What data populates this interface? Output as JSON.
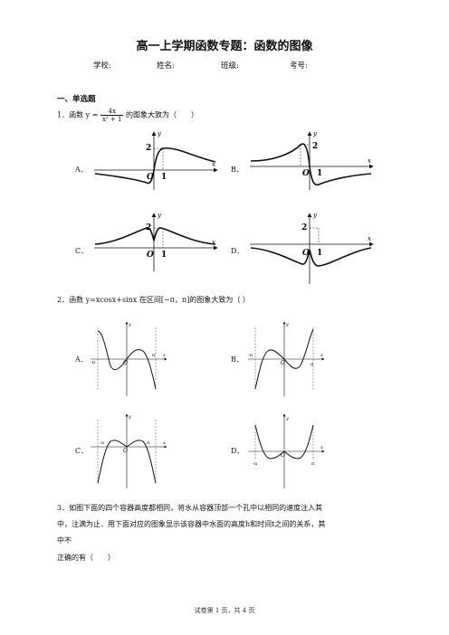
{
  "header": {
    "title": "高一上学期函数专题：函数的图像",
    "fields": [
      "学校:",
      "姓名:",
      "班级:",
      "考号:"
    ]
  },
  "section": "一、单选题",
  "q1": {
    "num": "1．函数",
    "func_prefix": "y =",
    "frac_num": "4x",
    "frac_den": "x² + 1",
    "suffix": "的图象大致为（　　）",
    "options": [
      "A．",
      "B．",
      "C．",
      "D．"
    ]
  },
  "q2": {
    "stem": "2．函数 y=xcosx+sinx 在区间[−π，π]的图象大致为（ ）",
    "options": [
      "A．",
      "B．",
      "C．",
      "D．"
    ]
  },
  "q3": {
    "line1": "3．如图下面的四个容器高度都相同，将水从容器顶部一个孔中以相同的速度注入其",
    "line2": "中，注满为止．用下面对应的图象显示该容器中水面的高度h和时间t之间的关系，其",
    "line3": "中不",
    "line4": "正确的有（　　）"
  },
  "graph_labels": {
    "y": "y",
    "x": "x",
    "o": "O",
    "two": "2",
    "one": "1",
    "pi": "π",
    "neg_pi": "-π"
  },
  "footer": "试卷第 1 页，共 4 页"
}
